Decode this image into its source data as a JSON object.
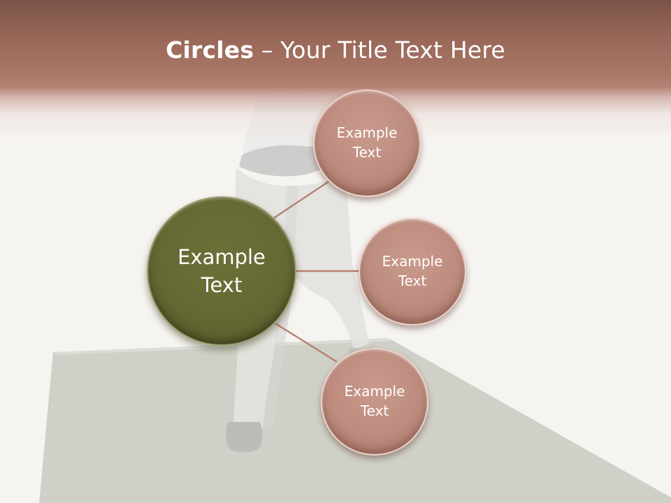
{
  "title": {
    "strong": "Circles",
    "rest": " – Your Title Text Here"
  },
  "diagram": {
    "center": {
      "line1": "Example",
      "line2": "Text"
    },
    "satellites": [
      {
        "line1": "Example",
        "line2": "Text"
      },
      {
        "line1": "Example",
        "line2": "Text"
      },
      {
        "line1": "Example",
        "line2": "Text"
      }
    ]
  },
  "colors": {
    "title_band": "#a87564",
    "center_node": "#656833",
    "satellite_node": "#bd8c7e",
    "connector": "#b78172",
    "floor": "#cfd1c8"
  }
}
